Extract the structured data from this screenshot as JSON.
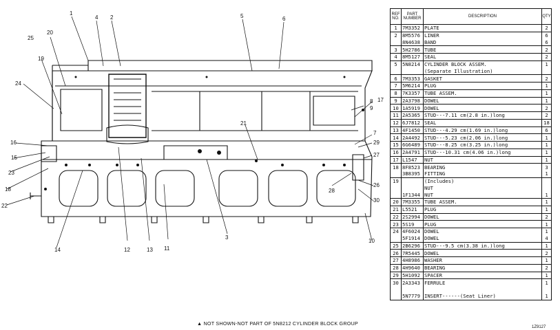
{
  "table": {
    "headers": {
      "ref": "REF NO.",
      "part": "PART NUMBER",
      "desc": "DESCRIPTION",
      "qty": "QTY"
    },
    "rows": [
      {
        "ref": "1",
        "part": "7M3352",
        "desc": "PLATE",
        "qty": "2"
      },
      {
        "ref": "2",
        "part": "8M5576",
        "desc": "LINER",
        "qty": "6"
      },
      {
        "ref": "",
        "part": "8N4638",
        "desc": "BAND",
        "qty": "6"
      },
      {
        "ref": "3",
        "part": "5H2786",
        "desc": "TUBE",
        "qty": "2"
      },
      {
        "ref": "4",
        "part": "8M5127",
        "desc": "SEAL",
        "qty": "2"
      },
      {
        "ref": "5",
        "part": "5N8214",
        "desc": "CYLINDER BLOCK ASSEM.",
        "qty": "1"
      },
      {
        "ref": "",
        "part": "",
        "desc": "(Separate Illustration)",
        "qty": ""
      },
      {
        "ref": "6",
        "part": "7M3353",
        "desc": "GASKET",
        "qty": "2"
      },
      {
        "ref": "7",
        "part": "5M6214",
        "desc": "PLUG",
        "qty": "1"
      },
      {
        "ref": "8",
        "part": "7K3357",
        "desc": "TUBE ASSEM.",
        "qty": "1"
      },
      {
        "ref": "9",
        "part": "2A3798",
        "desc": "DOWEL",
        "qty": "1"
      },
      {
        "ref": "10",
        "part": "1A5919",
        "desc": "DOWEL",
        "qty": "2"
      },
      {
        "ref": "11",
        "part": "2A5365",
        "desc": "STUD---7.11 cm(2.8 in.)long",
        "qty": "2"
      },
      {
        "ref": "12",
        "part": "6J7812",
        "desc": "SEAL",
        "qty": "18"
      },
      {
        "ref": "13",
        "part": "4F1450",
        "desc": "STUD---4.29 cm(1.69 in.)long",
        "qty": "6"
      },
      {
        "ref": "14",
        "part": "2A4492",
        "desc": "STUD---5.23 cm(2.06 in.)long",
        "qty": "1"
      },
      {
        "ref": "15",
        "part": "6G6489",
        "desc": "STUD---8.25 cm(3.25 in.)long",
        "qty": "1"
      },
      {
        "ref": "16",
        "part": "2A4791",
        "desc": "STUD---10.31 cm(4.06 in.)long",
        "qty": "1"
      },
      {
        "ref": "17",
        "part": "L1547",
        "desc": "NUT",
        "qty": "1"
      },
      {
        "ref": "18",
        "part": "8F8523",
        "desc": "BEARING",
        "qty": "3"
      },
      {
        "ref": "",
        "part": "3B8395",
        "desc": "FITTING",
        "qty": "1"
      },
      {
        "ref": "19",
        "part": "",
        "desc": "(Includes)",
        "qty": ""
      },
      {
        "ref": "",
        "part": "",
        "desc": "NUT",
        "qty": ""
      },
      {
        "ref": "",
        "part": "1F1344",
        "desc": "NUT",
        "qty": "1"
      },
      {
        "ref": "20",
        "part": "7M3355",
        "desc": "TUBE ASSEM.",
        "qty": "1"
      },
      {
        "ref": "21",
        "part": "L5521",
        "desc": "PLUG",
        "qty": "1"
      },
      {
        "ref": "22",
        "part": "2S2994",
        "desc": "DOWEL",
        "qty": "2"
      },
      {
        "ref": "23",
        "part": "5S19",
        "desc": "PLUG",
        "qty": "1"
      },
      {
        "ref": "24",
        "part": "4F6024",
        "desc": "DOWEL",
        "qty": "1"
      },
      {
        "ref": "",
        "part": "5F1914",
        "desc": "DOWEL",
        "qty": "4"
      },
      {
        "ref": "25",
        "part": "2B6296",
        "desc": "STUD---9.5 cm(3.38 in.)long",
        "qty": "1"
      },
      {
        "ref": "26",
        "part": "7R5445",
        "desc": "DOWEL",
        "qty": "2"
      },
      {
        "ref": "27",
        "part": "4H8986",
        "desc": "WASHER",
        "qty": "1"
      },
      {
        "ref": "28",
        "part": "4H9640",
        "desc": "BEARING",
        "qty": "2"
      },
      {
        "ref": "29",
        "part": "5H1092",
        "desc": "SPACER",
        "qty": "1"
      },
      {
        "ref": "30",
        "part": "2A3343",
        "desc": "FERRULE",
        "qty": "1"
      },
      {
        "ref": "",
        "part": "",
        "desc": "",
        "qty": ""
      },
      {
        "ref": "",
        "part": "5N7779",
        "desc": "INSERT------(Seat Liner)",
        "qty": "1"
      }
    ]
  },
  "drawing": {
    "callouts": [
      "1",
      "2",
      "3",
      "4",
      "5",
      "6",
      "7",
      "8",
      "9",
      "10",
      "11",
      "12",
      "13",
      "14",
      "15",
      "16",
      "17",
      "18",
      "19",
      "20",
      "21",
      "22",
      "23",
      "24",
      "25",
      "26",
      "27",
      "28",
      "29",
      "30"
    ]
  },
  "footnote": "▲ NOT SHOWN-NOT PART OF 5N8212 CYLINDER BLOCK GROUP",
  "drawing_number": "1Z9127"
}
